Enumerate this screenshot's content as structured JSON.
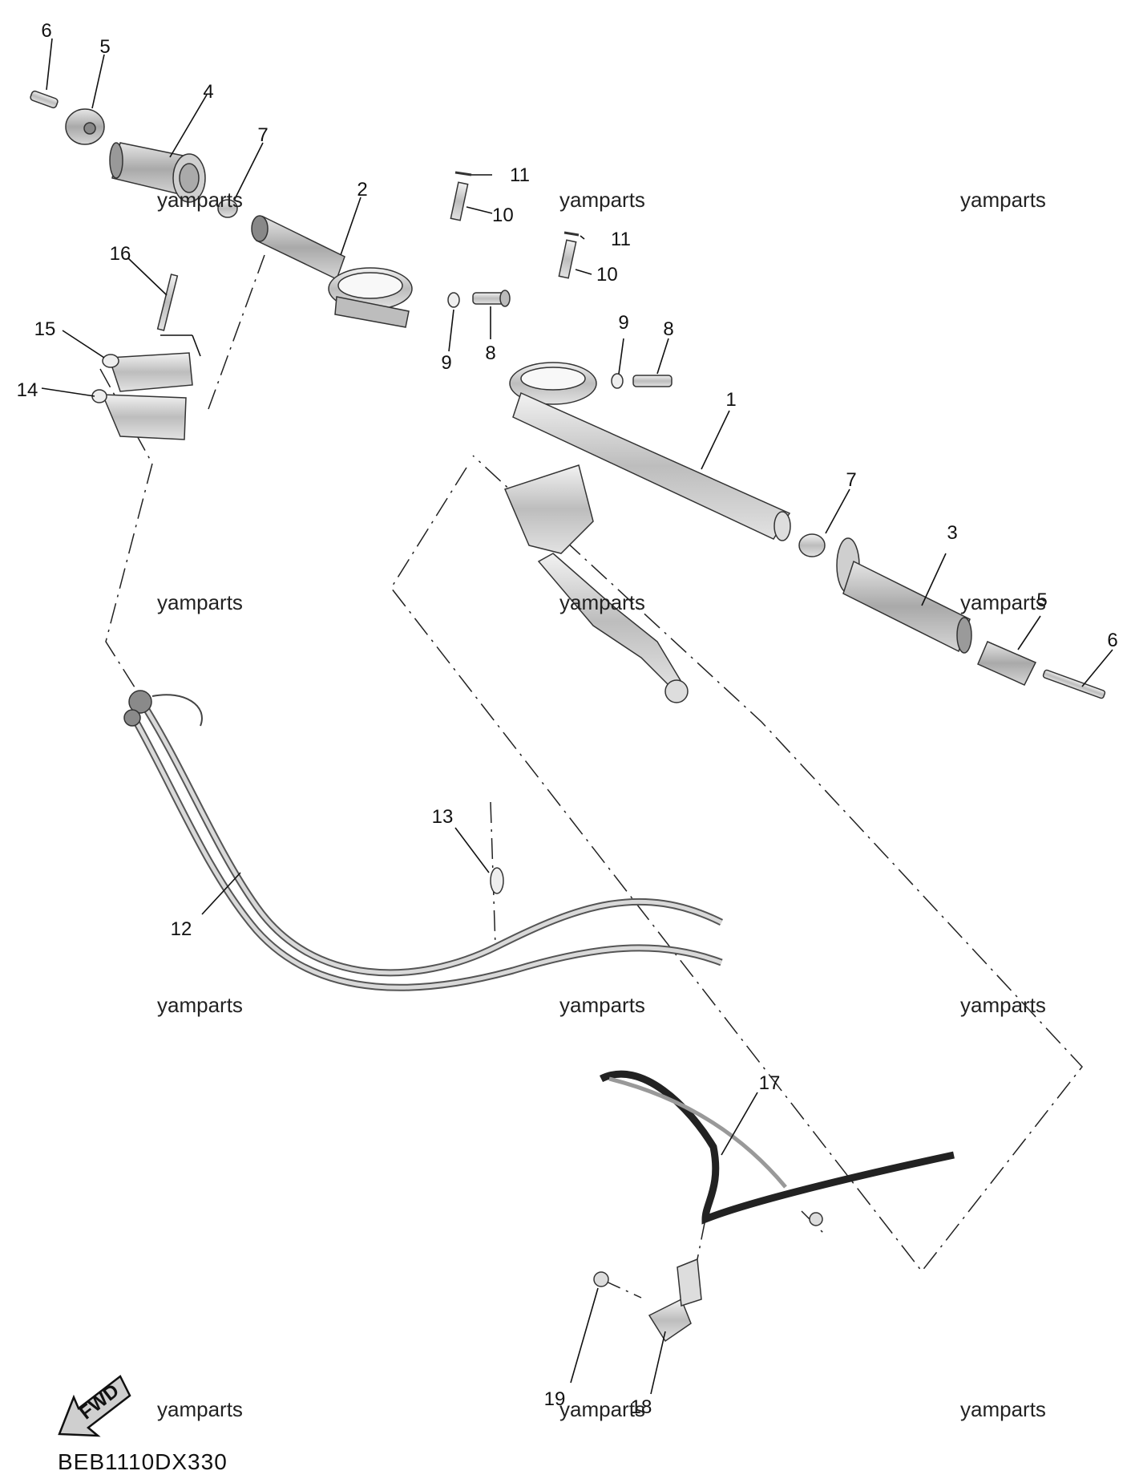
{
  "diagram_code": "BEB1110DX330",
  "fwd_label": "FWD",
  "watermark": "yamparts",
  "callouts": [
    "1",
    "2",
    "3",
    "4",
    "5",
    "5",
    "6",
    "6",
    "7",
    "7",
    "8",
    "8",
    "9",
    "9",
    "10",
    "10",
    "11",
    "11",
    "12",
    "13",
    "14",
    "15",
    "16",
    "17",
    "18",
    "19"
  ],
  "colors": {
    "part_fill": "#c8c8c8",
    "part_dark": "#8a8a8a",
    "line": "#111111"
  }
}
